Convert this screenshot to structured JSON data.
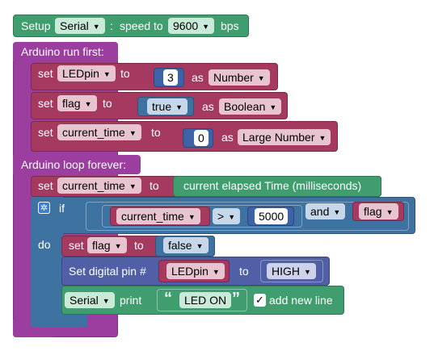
{
  "setup": {
    "label": "Setup",
    "serial": "Serial",
    "colon": ":",
    "speed_to": "speed to",
    "baud": "9600",
    "bps": "bps"
  },
  "run_first": {
    "title": "Arduino run first:",
    "rows": [
      {
        "set": "set",
        "var": "LEDpin",
        "to": "to",
        "value": "3",
        "as": "as",
        "type": "Number"
      },
      {
        "set": "set",
        "var": "flag",
        "to": "to",
        "value": "true",
        "as": "as",
        "type": "Boolean"
      },
      {
        "set": "set",
        "var": "current_time",
        "to": "to",
        "value": "0",
        "as": "as",
        "type": "Large Number"
      }
    ]
  },
  "loop": {
    "title": "Arduino loop forever:",
    "set_time": {
      "set": "set",
      "var": "current_time",
      "to": "to",
      "value": "current elapsed Time (milliseconds)"
    },
    "if_block": {
      "if": "if",
      "var": "current_time",
      "op": ">",
      "num": "5000",
      "and": "and",
      "flag": "flag",
      "do": "do",
      "set_flag": {
        "set": "set",
        "var": "flag",
        "to": "to",
        "value": "false"
      },
      "digital": {
        "label": "Set digital pin #",
        "pin": "LEDpin",
        "to": "to",
        "state": "HIGH"
      },
      "print": {
        "serial": "Serial",
        "print": "print",
        "open_quote": "“",
        "text": "LED ON",
        "close_quote": "”",
        "check": "✓",
        "newline": "add new line"
      }
    }
  },
  "colors": {
    "serial": "#3f9d6e",
    "structure": "#9b3ea0",
    "variables": "#a6395f",
    "math": "#3e62a6",
    "logic": "#3e72a0",
    "io": "#5160a6",
    "text": "#3f9d6e"
  }
}
